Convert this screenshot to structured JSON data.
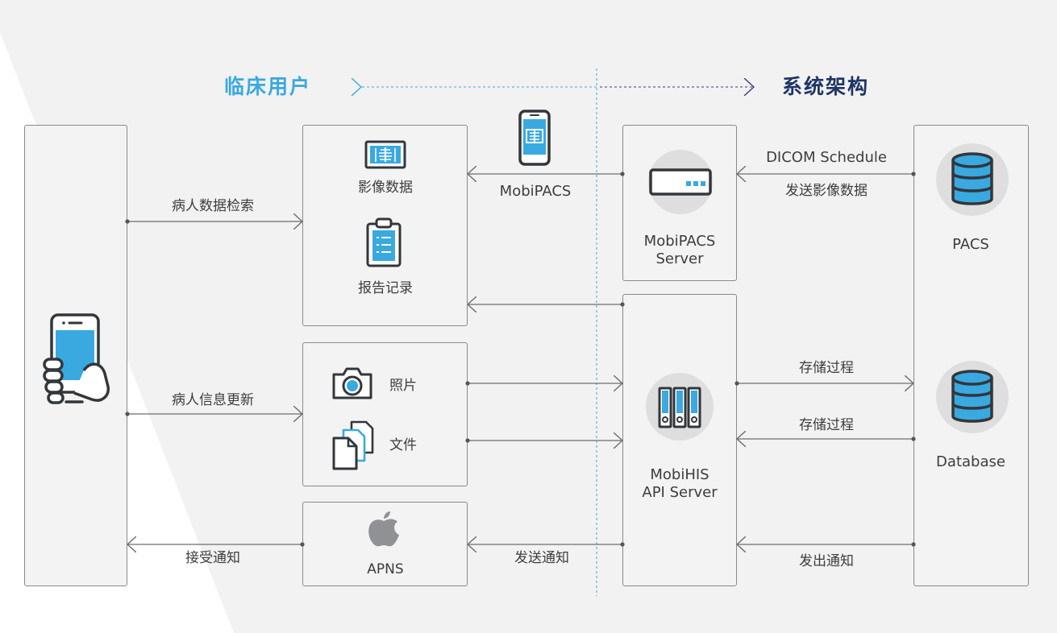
{
  "colors": {
    "accent_blue": "#39a9e0",
    "header_navy": "#1e3566",
    "line_gray": "#6e6e6e",
    "box_border": "#8a8a8a",
    "circle_gray": "#dedede"
  },
  "header": {
    "left": "临床用户",
    "right": "系统架构"
  },
  "boxes": {
    "report": {
      "imaging_label": "影像数据",
      "record_label": "报告记录",
      "icons": [
        "xray-monitor-icon",
        "clipboard-icon"
      ]
    },
    "upload": {
      "photo_label": "照片",
      "file_label": "文件",
      "icons": [
        "camera-icon",
        "documents-icon"
      ]
    },
    "apns": {
      "label": "APNS",
      "icon": "apple-icon"
    },
    "mobipacs_server": {
      "label": "MobiPACS\nServer",
      "icon": "server-unit-icon"
    },
    "mobihis_server": {
      "label": "MobiHIS\nAPI Server",
      "icon": "binders-icon"
    },
    "pacs": {
      "label": "PACS",
      "icon": "database-icon"
    },
    "database": {
      "label": "Database",
      "icon": "database-icon"
    },
    "phone": {
      "icon": "hand-phone-icon"
    }
  },
  "flows": {
    "patient_search": "病人数据检索",
    "patient_update": "病人信息更新",
    "receive_notify": "接受通知",
    "mobipacs_app": "MobiPACS",
    "mobipacs_icon": "mobile-app-icon",
    "dicom_schedule": "DICOM Schedule",
    "send_images": "发送影像数据",
    "store_proc_1": "存储过程",
    "store_proc_2": "存储过程",
    "send_notify": "发送通知",
    "emit_notify": "发出通知"
  }
}
